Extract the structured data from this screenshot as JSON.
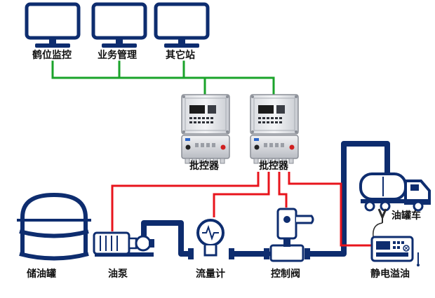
{
  "workstations": [
    {
      "label": "鹤位监控"
    },
    {
      "label": "业务管理"
    },
    {
      "label": "其它站"
    }
  ],
  "controllers": [
    {
      "label": "批控器"
    },
    {
      "label": "批控器"
    }
  ],
  "equipment": {
    "tank": "储油罐",
    "pump": "油泵",
    "flowmeter": "流量计",
    "valve": "控制阀",
    "truck": "油罐车",
    "overflow": "静电溢油"
  },
  "colors": {
    "network_line": "#1aa32a",
    "signal_line": "#e8141c",
    "pipe": "#0d2c6e",
    "monitor": "#0e2d6f"
  }
}
